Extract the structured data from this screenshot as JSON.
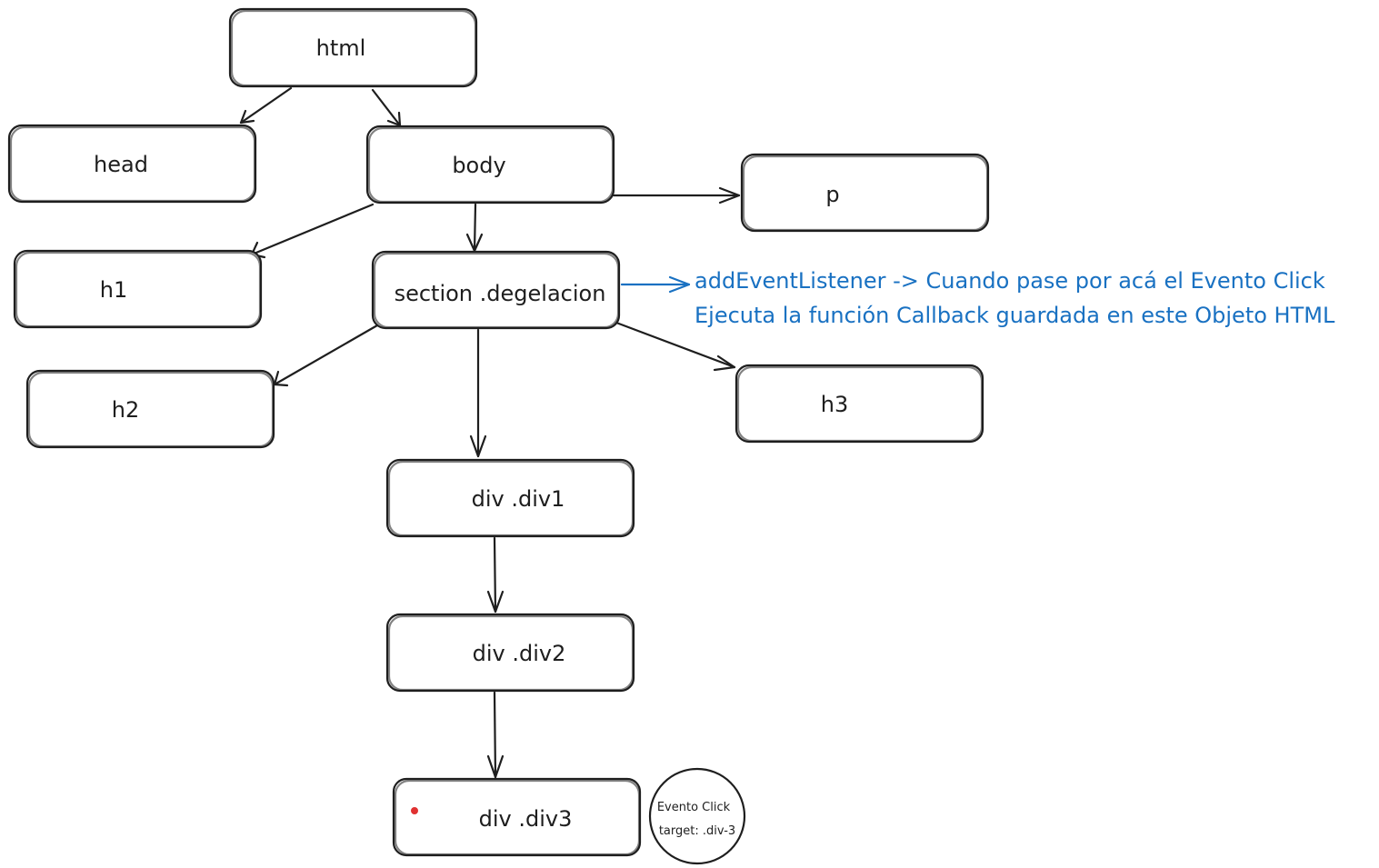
{
  "nodes": [
    {
      "id": "html",
      "label": "html"
    },
    {
      "id": "head",
      "label": "head"
    },
    {
      "id": "body",
      "label": "body"
    },
    {
      "id": "p",
      "label": "p"
    },
    {
      "id": "h1",
      "label": "h1"
    },
    {
      "id": "section",
      "label": "section .degelacion"
    },
    {
      "id": "h2",
      "label": "h2"
    },
    {
      "id": "h3",
      "label": "h3"
    },
    {
      "id": "div1",
      "label": "div .div1"
    },
    {
      "id": "div2",
      "label": "div .div2"
    },
    {
      "id": "div3",
      "label": "div .div3"
    }
  ],
  "edges": [
    {
      "from": "html",
      "to": "head"
    },
    {
      "from": "html",
      "to": "body"
    },
    {
      "from": "body",
      "to": "p"
    },
    {
      "from": "body",
      "to": "h1"
    },
    {
      "from": "body",
      "to": "section"
    },
    {
      "from": "section",
      "to": "h2"
    },
    {
      "from": "section",
      "to": "h3"
    },
    {
      "from": "section",
      "to": "div1"
    },
    {
      "from": "div1",
      "to": "div2"
    },
    {
      "from": "div2",
      "to": "div3"
    }
  ],
  "annotation": {
    "line1": "addEventListener -> Cuando pase por acá el Evento Click",
    "line2": "Ejecuta la función Callback guardada en este Objeto HTML",
    "color": "#1971c2"
  },
  "event": {
    "line1": "Evento Click",
    "line2": "target: .div-3",
    "dot_color": "#e03131"
  }
}
